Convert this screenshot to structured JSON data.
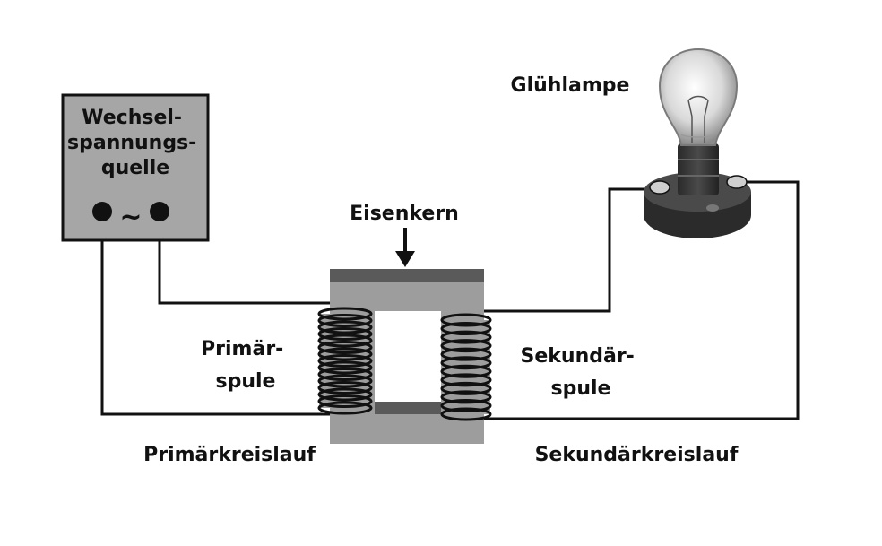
{
  "source": {
    "label_lines": [
      "Wechsel-",
      "spannungs-",
      "quelle"
    ],
    "symbol": "~"
  },
  "core": {
    "label": "Eisenkern"
  },
  "primary_coil": {
    "label_lines": [
      "Primär-",
      "spule"
    ]
  },
  "secondary_coil": {
    "label_lines": [
      "Sekundär-",
      "spule"
    ]
  },
  "lamp": {
    "label": "Glühlampe"
  },
  "circuits": {
    "primary": "Primärkreislauf",
    "secondary": "Sekundärkreislauf"
  },
  "colors": {
    "wire": "#111111",
    "source_box": "#a6a6a6",
    "core": "#9d9d9d",
    "core_dark": "#5a5a5a",
    "lamp_socket": "#3a3a3a"
  }
}
